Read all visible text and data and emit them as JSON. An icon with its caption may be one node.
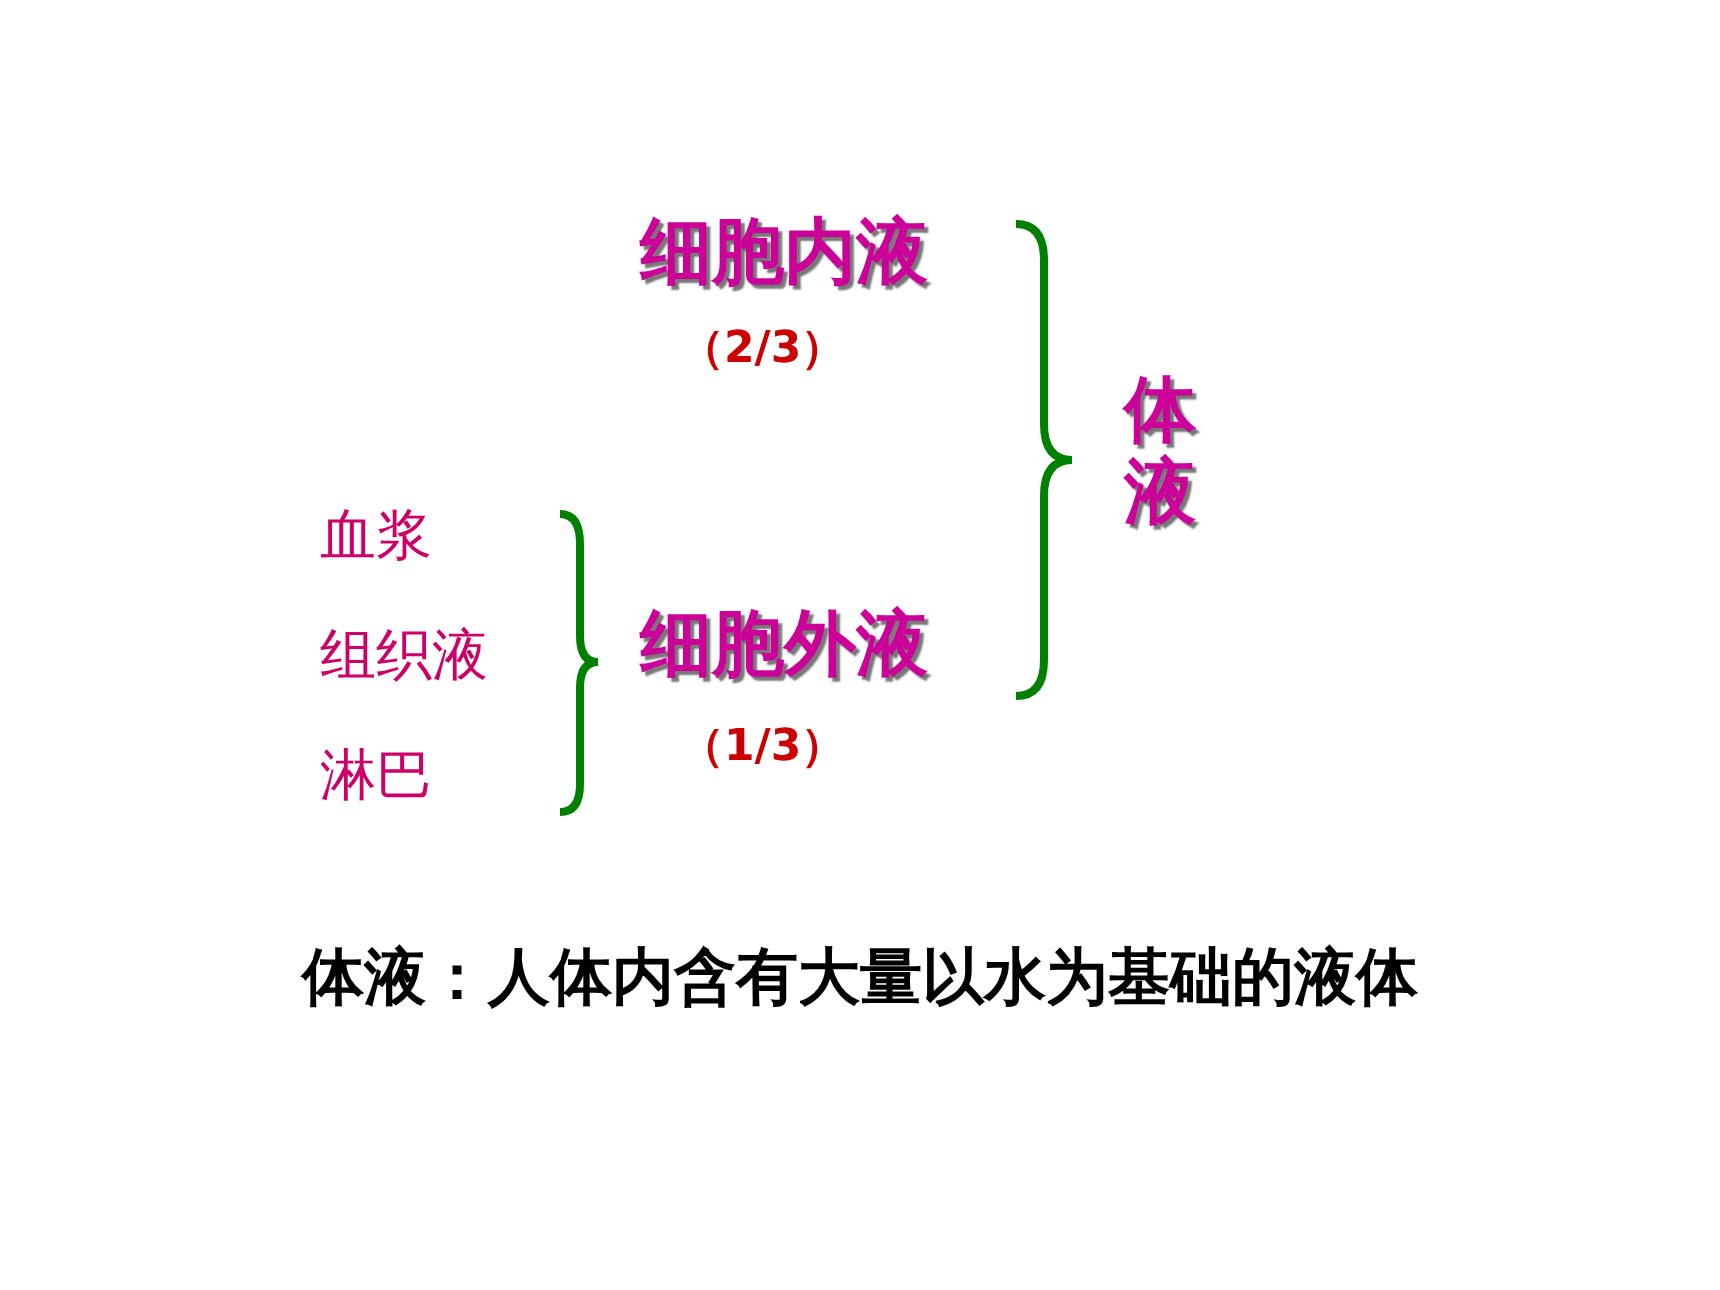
{
  "diagram": {
    "caption": "体液：人体内含有大量以水为基础的液体",
    "labels": [
      "细胞内液",
      "（2/3）",
      "体液",
      "血浆",
      "组织液",
      "淋巴",
      "细胞外液",
      "（1/3）"
    ]
  }
}
